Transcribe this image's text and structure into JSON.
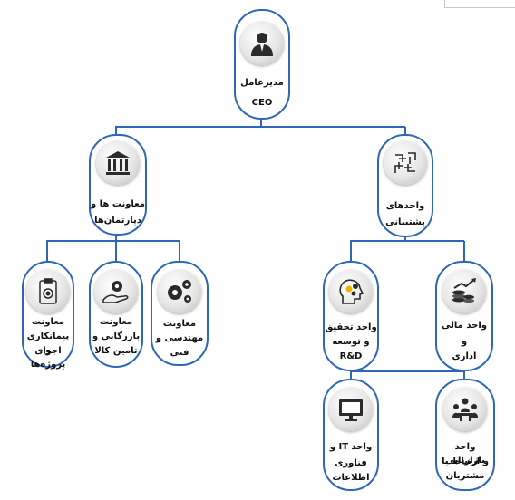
{
  "colors": {
    "line": "#2f67b5",
    "node_border": "#2f67b5",
    "text": "#111111"
  },
  "ceo": {
    "label_line1": "مدیرعامل",
    "label_line2": "CEO",
    "icon": "person-icon"
  },
  "deputies": {
    "label_line1": "معاونت ها و",
    "label_line2": "دپارتمان‌ها",
    "icon": "building-icon"
  },
  "support_units": {
    "label_line1": "واحدهای",
    "label_line2": "پشتیبانی",
    "icon": "handshake-icon"
  },
  "deputy_children": [
    {
      "lines": [
        "معاونت",
        "پیمانکاری و",
        "اجرای پروژه‌ها"
      ],
      "icon": "clipboard-gear-icon"
    },
    {
      "lines": [
        "معاونت",
        "بازرگانی و",
        "تامین کالا"
      ],
      "icon": "hand-gear-icon"
    },
    {
      "lines": [
        "معاونت",
        "مهندسی و",
        "فنی"
      ],
      "icon": "people-gears-icon"
    }
  ],
  "support_children": [
    {
      "lines": [
        "واحد تحقیق",
        "و توسعه",
        "R&D"
      ],
      "icon": "head-gears-icon"
    },
    {
      "lines": [
        "واحد مالی",
        "و",
        "اداری"
      ],
      "icon": "coins-chart-icon"
    },
    {
      "lines": [
        "واحد IT و",
        "فناوری",
        "اطلاعات"
      ],
      "icon": "monitor-icon"
    },
    {
      "lines": [
        "واحد بازاریابی",
        "و ارتباط با",
        "مشتریان"
      ],
      "icon": "meeting-icon"
    }
  ]
}
